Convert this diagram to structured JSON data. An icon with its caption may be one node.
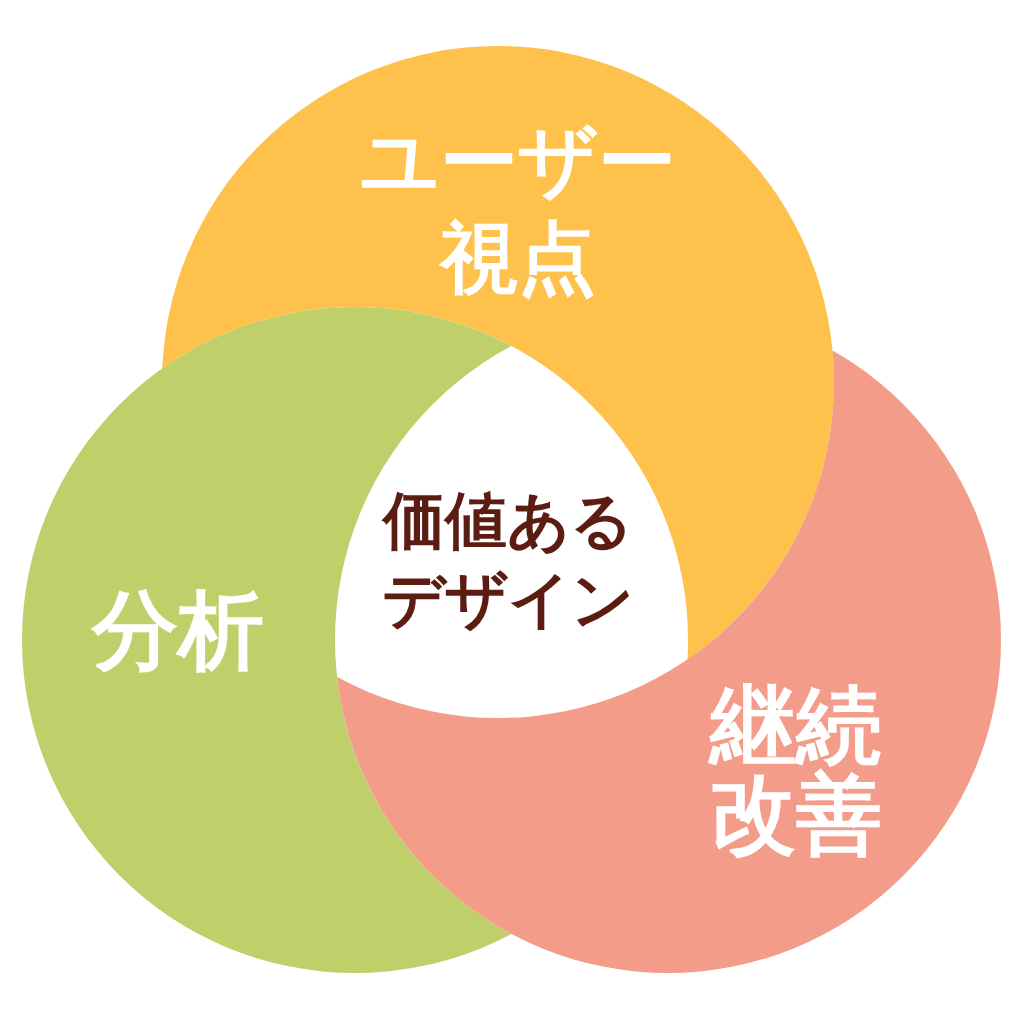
{
  "diagram": {
    "nodes": [
      {
        "text": [
          "ユーザー視点"
        ]
      },
      {
        "text": [
          "価値あるデザイン"
        ]
      },
      {
        "text": [
          "分析"
        ]
      },
      {
        "text": [
          "継続改善"
        ]
      }
    ]
  }
}
